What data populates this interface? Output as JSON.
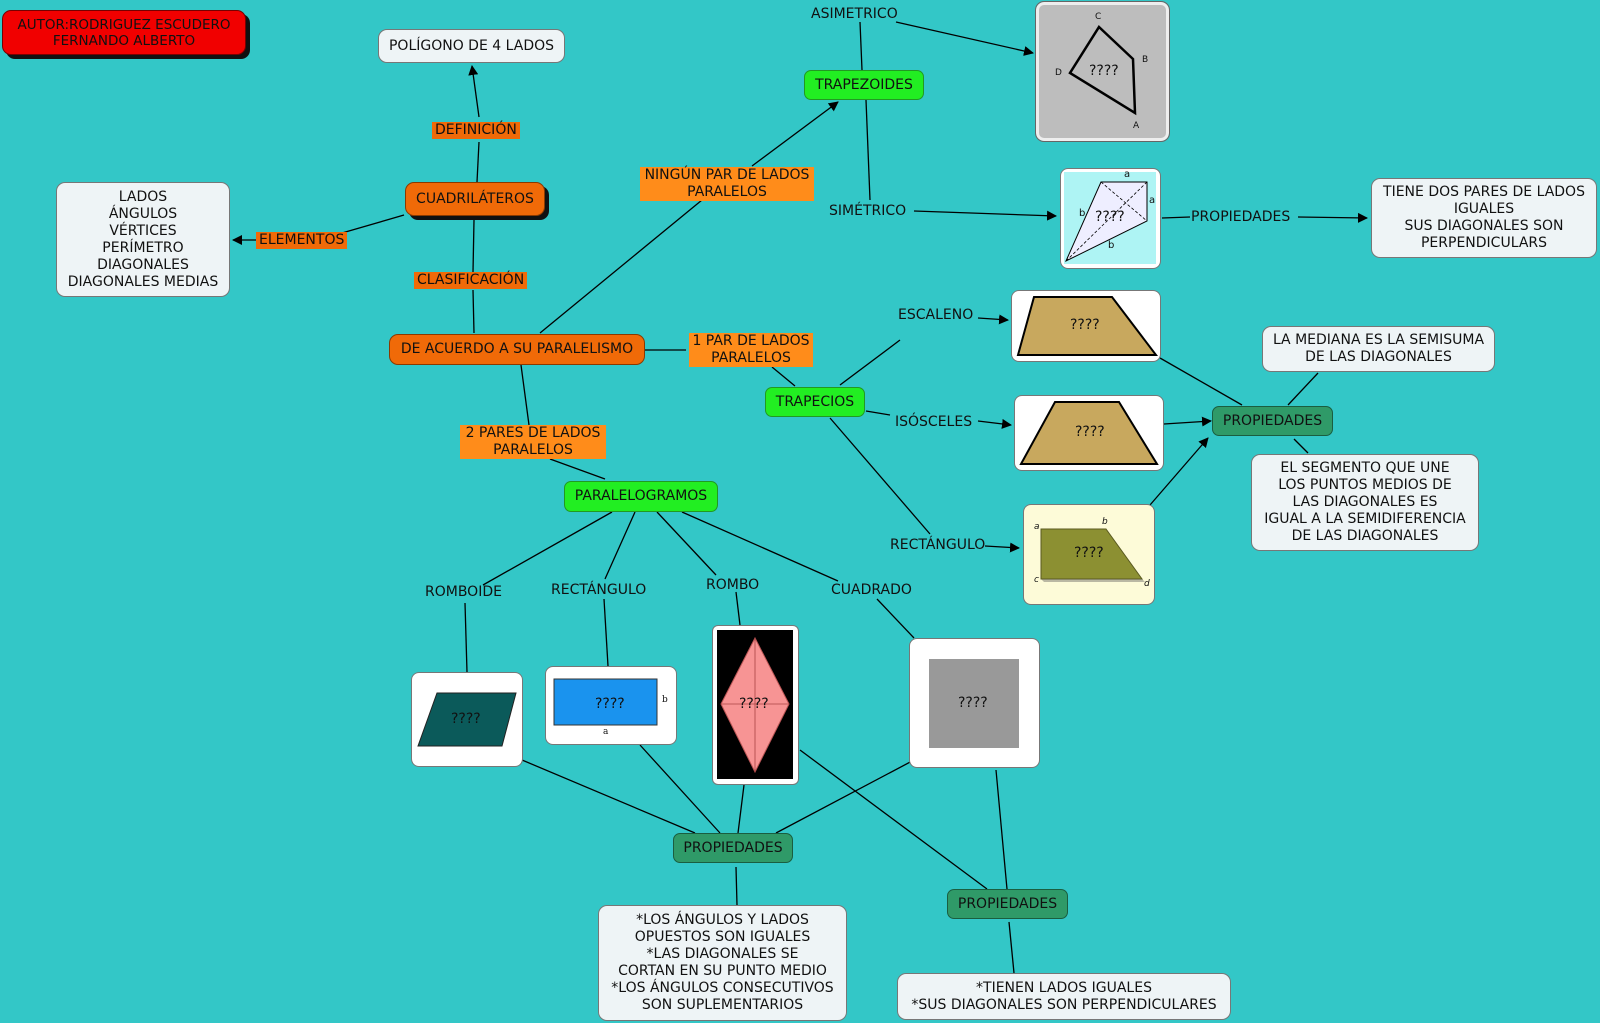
{
  "author": "AUTOR:RODRIGUEZ ESCUDERO\nFERNANDO ALBERTO",
  "nodes": {
    "definicion_box": "POLÍGONO DE 4 LADOS",
    "cuadrilateros": "CUADRILÁTEROS",
    "elementos_box": "LADOS\nÁNGULOS\nVÉRTICES\nPERÍMETRO\nDIAGONALES\nDIAGONALES MEDIAS",
    "paralelismo": "DE ACUERDO A SU PARALELISMO",
    "trapezoides": "TRAPEZOIDES",
    "trapecios": "TRAPECIOS",
    "paralelogramos": "PARALELOGRAMOS",
    "prop_simetrico": "TIENE DOS PARES DE LADOS\nIGUALES\nSUS DIAGONALES SON\nPERPENDICULARS",
    "prop_trapecios": "PROPIEDADES",
    "mediana": "LA MEDIANA ES LA SEMISUMA\nDE LAS DIAGONALES",
    "segmento": "EL SEGMENTO QUE UNE\nLOS PUNTOS MEDIOS DE\nLAS DIAGONALES ES\nIGUAL A LA SEMIDIFERENCIA\nDE LAS DIAGONALES",
    "prop_paralelogramos_1": "PROPIEDADES",
    "prop_paralelogramos_2": "PROPIEDADES",
    "prop_text_1": "*LOS ÁNGULOS Y LADOS\nOPUESTOS SON IGUALES\n*LAS DIAGONALES SE\nCORTAN EN SU PUNTO MEDIO\n*LOS ÁNGULOS CONSECUTIVOS\nSON SUPLEMENTARIOS",
    "prop_text_2": "*TIENEN LADOS IGUALES\n*SUS DIAGONALES SON PERPENDICULARES"
  },
  "labels": {
    "definicion": "DEFINICIÓN",
    "elementos": "ELEMENTOS",
    "clasificacion": "CLASIFICACIÓN",
    "ningun_par": "NINGÚN PAR DE LADOS\nPARALELOS",
    "un_par": "1 PAR DE LADOS\nPARALELOS",
    "dos_pares": "2 PARES DE LADOS\nPARALELOS",
    "asimetrico": "ASIMETRICO",
    "simetrico": "SIMÉTRICO",
    "propiedades_sim": "PROPIEDADES",
    "escaleno": "ESCALENO",
    "isosceles": "ISÓSCELES",
    "rectangulo_trap": "RECTÁNGULO",
    "romboide": "ROMBOIDE",
    "rectangulo": "RECTÁNGULO",
    "rombo": "ROMBO",
    "cuadrado": "CUADRADO"
  },
  "images": {
    "asimetrico": "????",
    "simetrico": "????",
    "escaleno": "????",
    "isosceles": "????",
    "rectangulo_trap": "????",
    "romboide": "????",
    "rectangulo": "????",
    "rombo": "????",
    "cuadrado": "????"
  },
  "image_letters": {
    "asim_c": "C",
    "asim_b": "B",
    "asim_d": "D",
    "asim_a": "A",
    "sim_a_top": "a",
    "sim_a_right": "a",
    "sim_b_left": "b",
    "sim_b_bottom": "b",
    "rect_b": "b",
    "rect_a": "a",
    "rtrap_a": "a",
    "rtrap_b": "b",
    "rtrap_c": "c",
    "rtrap_d": "d"
  },
  "colors": {
    "background": "#33c7c7",
    "green": "#22ee22",
    "dark_green": "#2f9a68",
    "orange": "#f06a08",
    "label_orange": "#ff8c1a",
    "red": "#f10000"
  }
}
